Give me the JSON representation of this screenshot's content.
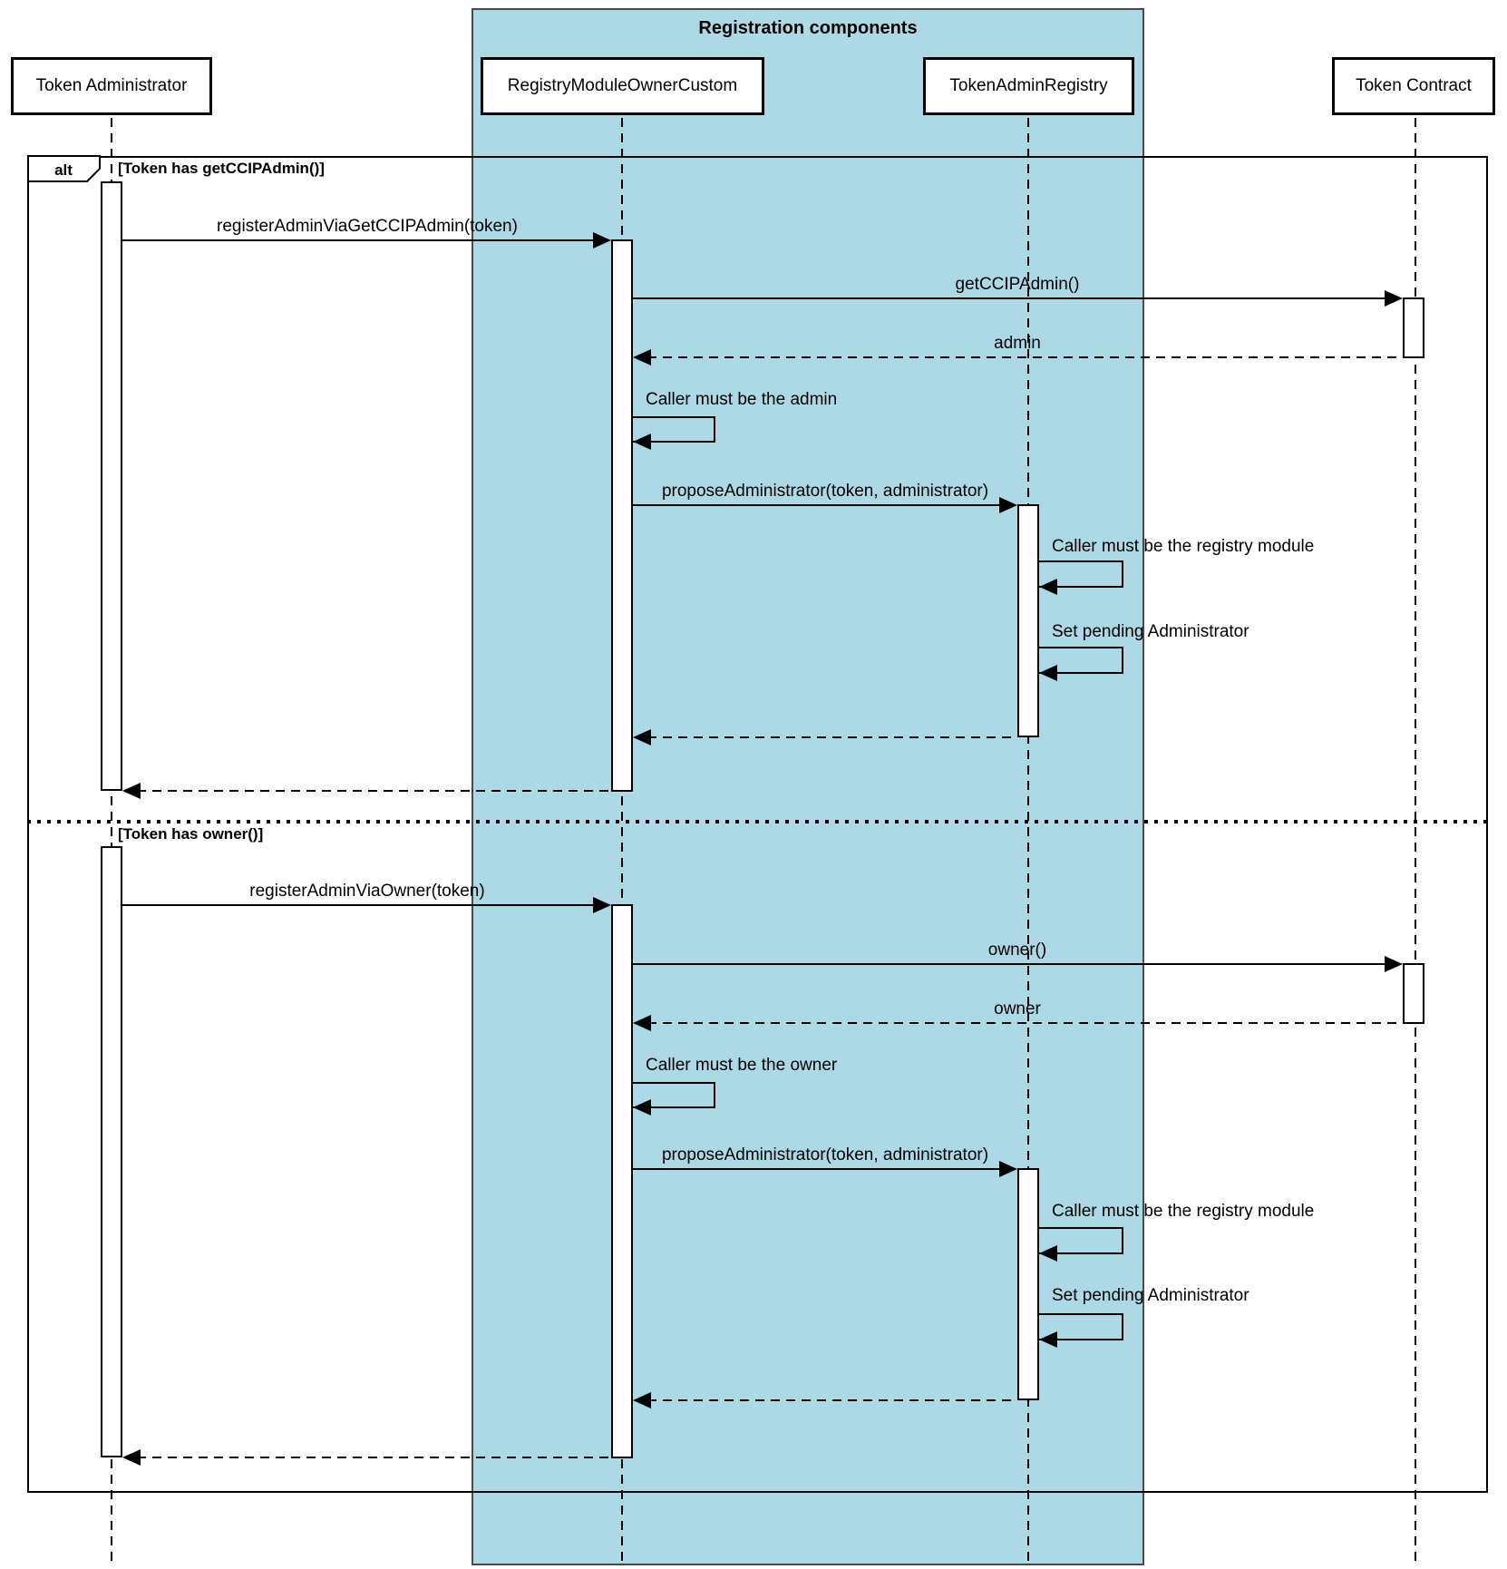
{
  "title": "Registration components",
  "frame": {
    "operator": "alt",
    "guard_1": "[Token has getCCIPAdmin()]",
    "guard_2": "[Token has owner()]"
  },
  "actors": {
    "token_administrator": "Token Administrator",
    "registry_module_owner_custom": "RegistryModuleOwnerCustom",
    "token_admin_registry": "TokenAdminRegistry",
    "token_contract": "Token Contract"
  },
  "section_1": {
    "register_admin_call": "registerAdminViaGetCCIPAdmin(token)",
    "lookup_call": "getCCIPAdmin()",
    "lookup_return": "admin",
    "caller_check": "Caller must be the admin",
    "propose_administrator_call": "proposeAdministrator(token, administrator)",
    "registry_module_check": "Caller must be the registry module",
    "set_pending_administrator": "Set pending Administrator"
  },
  "section_2": {
    "register_admin_call": "registerAdminViaOwner(token)",
    "lookup_call": "owner()",
    "lookup_return": "owner",
    "caller_check": "Caller must be the owner",
    "propose_administrator_call": "proposeAdministrator(token, administrator)",
    "registry_module_check": "Caller must be the registry module",
    "set_pending_administrator": "Set pending Administrator"
  },
  "colors": {
    "component_region_fill": "#ADD8E6",
    "component_region_border": "#4A4A4A",
    "line": "#000000",
    "background": "#FFFFFF"
  }
}
